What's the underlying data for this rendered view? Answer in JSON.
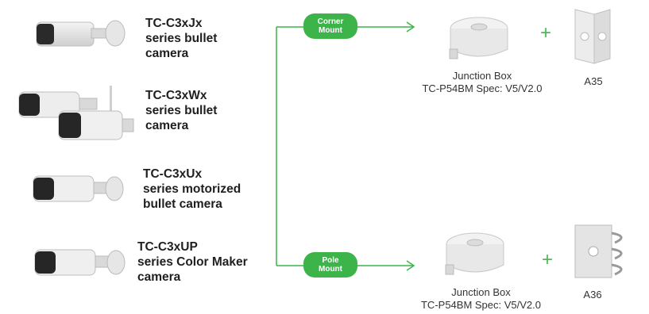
{
  "cameras": [
    {
      "label": "TC-C3xJx\nseries bullet\ncamera"
    },
    {
      "label": "TC-C3xWx\nseries bullet\ncamera"
    },
    {
      "label": "TC-C3xUx\nseries motorized\nbullet camera"
    },
    {
      "label": "TC-C3xUP\nseries Color Maker\ncamera"
    }
  ],
  "mounts": {
    "corner": {
      "pill": "Corner\nMount",
      "junction_label": "Junction Box\nTC-P54BM Spec: V5/V2.0",
      "bracket_label": "A35"
    },
    "pole": {
      "pill": "Pole\nMount",
      "junction_label": "Junction Box\nTC-P54BM Spec: V5/V2.0",
      "bracket_label": "A36"
    },
    "plus_symbol": "+"
  },
  "colors": {
    "accent": "#3cb44a",
    "line": "#3cb44a"
  }
}
